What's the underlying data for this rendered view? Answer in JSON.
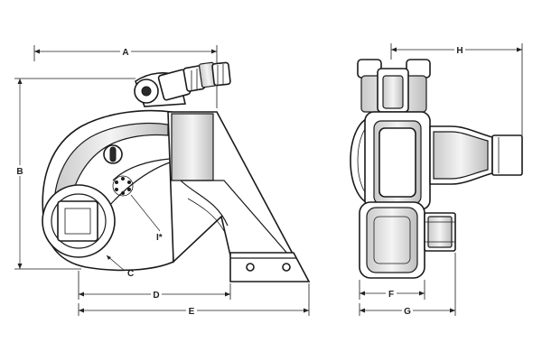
{
  "dimensions": {
    "A": "A",
    "B": "B",
    "C": "C",
    "D": "D",
    "E": "E",
    "F": "F",
    "G": "G",
    "H": "H",
    "I": "I*"
  }
}
